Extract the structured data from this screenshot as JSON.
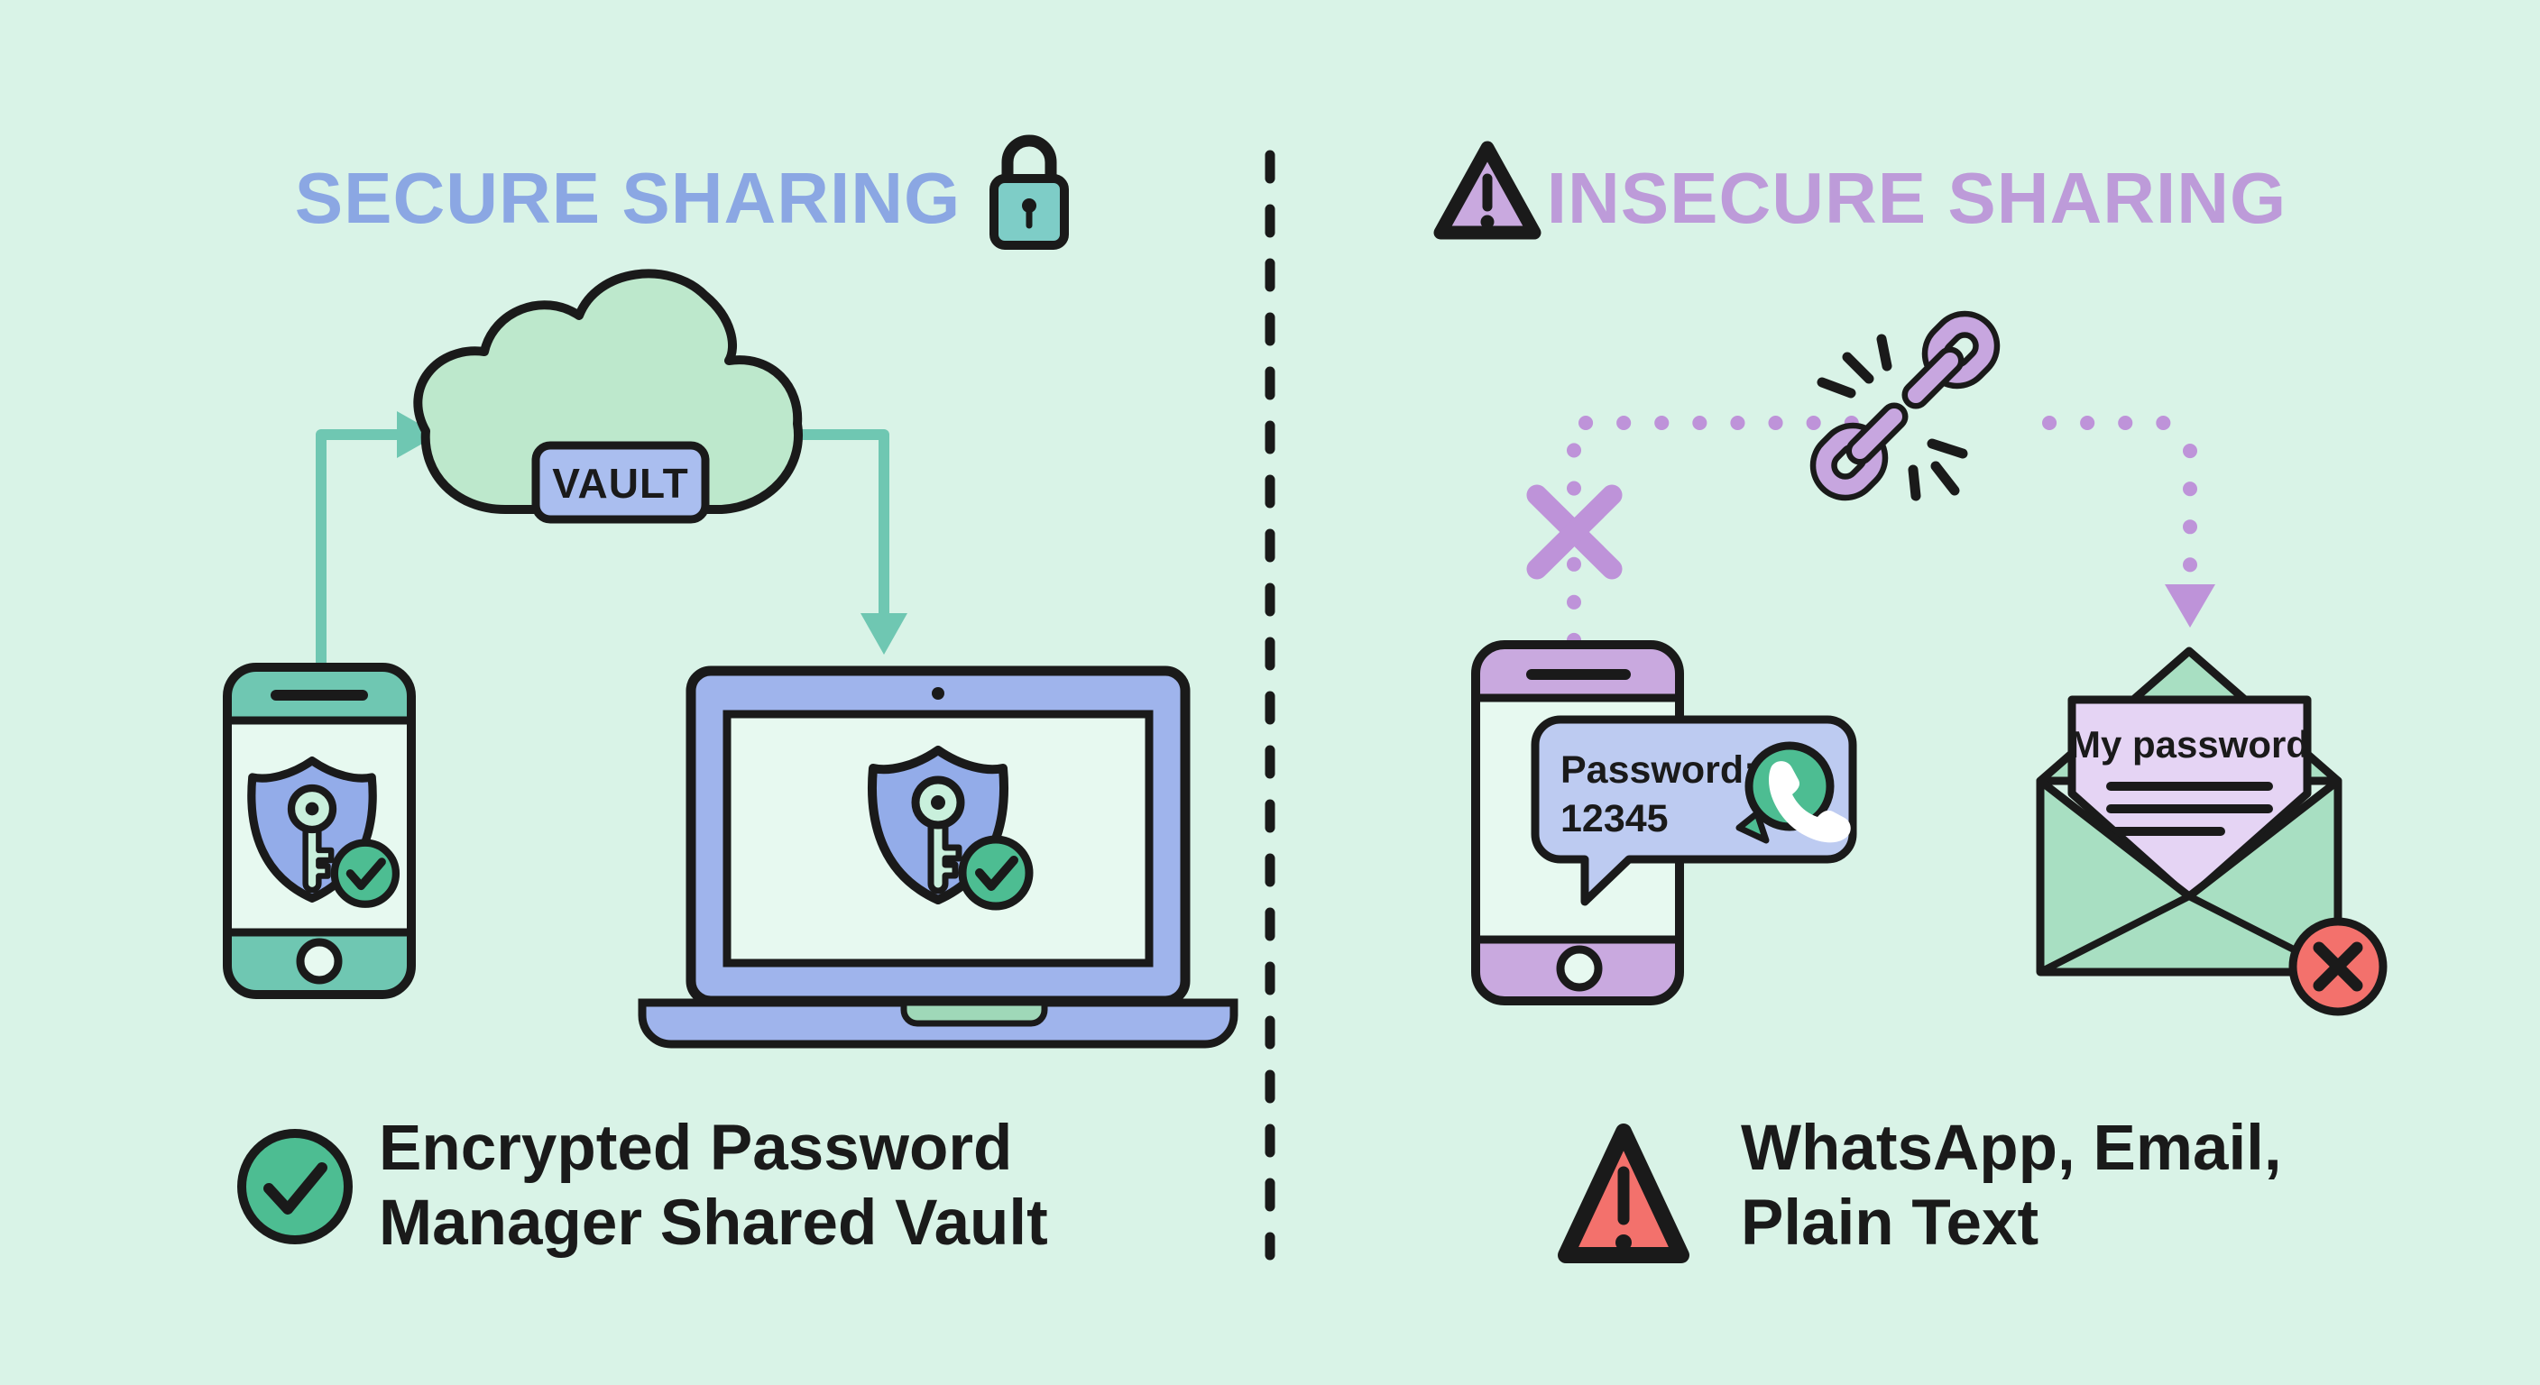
{
  "left_panel": {
    "title": "SECURE SHARING",
    "vault_label": "VAULT",
    "caption_line1": "Encrypted Password",
    "caption_line2": "Manager Shared Vault"
  },
  "right_panel": {
    "title": "INSECURE SHARING",
    "message_line1": "Password:",
    "message_line2": "12345",
    "letter_text": "My password",
    "caption_line1": "WhatsApp, Email,",
    "caption_line2": "Plain Text"
  },
  "colors": {
    "bg": "#D9F3E7",
    "ink": "#1A1A1A",
    "periwinkle_title": "#8BA7E3",
    "lavender_title": "#BD9BD9",
    "teal": "#6FC7B2",
    "lock_teal": "#7ECDC7",
    "cloud_green": "#BDE8CC",
    "badge_blue": "#AABEEF",
    "shield_blue": "#93ACE9",
    "key_green": "#C9F0DC",
    "check_green": "#4DBD92",
    "laptop_blue": "#9FB4EC",
    "screen_mint": "#E7F9F0",
    "phone_lavender": "#C9A9DF",
    "chain_lavender": "#C7A6DF",
    "bubble_blue": "#BDCBF1",
    "letter_lavender": "#E5D4F4",
    "envelope_green": "#A8DFC2",
    "red": "#F3716C",
    "purple_dots": "#BE93D9"
  }
}
